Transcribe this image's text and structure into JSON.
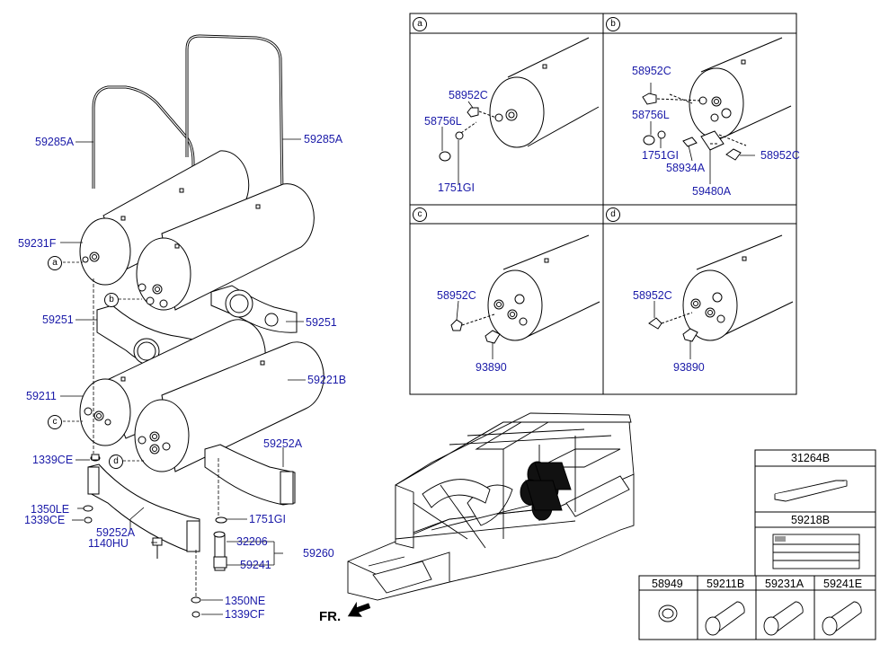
{
  "callouts": {
    "a": "a",
    "b": "b",
    "c": "c",
    "d": "d"
  },
  "main_labels": {
    "rail_left": "59285A",
    "rail_right": "59285A",
    "tank_231": "59231F",
    "bracket_left": "59251",
    "bracket_right": "59251",
    "tank_211": "59211",
    "tank_221": "59221B",
    "bolt_top": "1339CE",
    "bracket_252a_right": "59252A",
    "washer_1350le": "1350LE",
    "nut_1339ce": "1339CE",
    "bracket_252a_left": "59252A",
    "bolt_1140": "1140HU",
    "oring_1751": "1751GI",
    "pipe_32206": "32206",
    "cap_59241": "59241",
    "assy_59260": "59260",
    "washer_1350ne": "1350NE",
    "nut_1339cf": "1339CF",
    "front_arrow": "FR."
  },
  "panel_a": {
    "p1": "58952C",
    "p2": "58756L",
    "p3": "1751GI"
  },
  "panel_b": {
    "p1": "58952C",
    "p2": "58756L",
    "p3": "1751GI",
    "p4": "58934A",
    "p5": "59480A",
    "p6": "58952C"
  },
  "panel_c": {
    "p1": "58952C",
    "p2": "93890"
  },
  "panel_d": {
    "p1": "58952C",
    "p2": "93890"
  },
  "parts_table": {
    "r1": "31264B",
    "r2": "59218B",
    "c1": "58949",
    "c2": "59211B",
    "c3": "59231A",
    "c4": "59241E"
  }
}
